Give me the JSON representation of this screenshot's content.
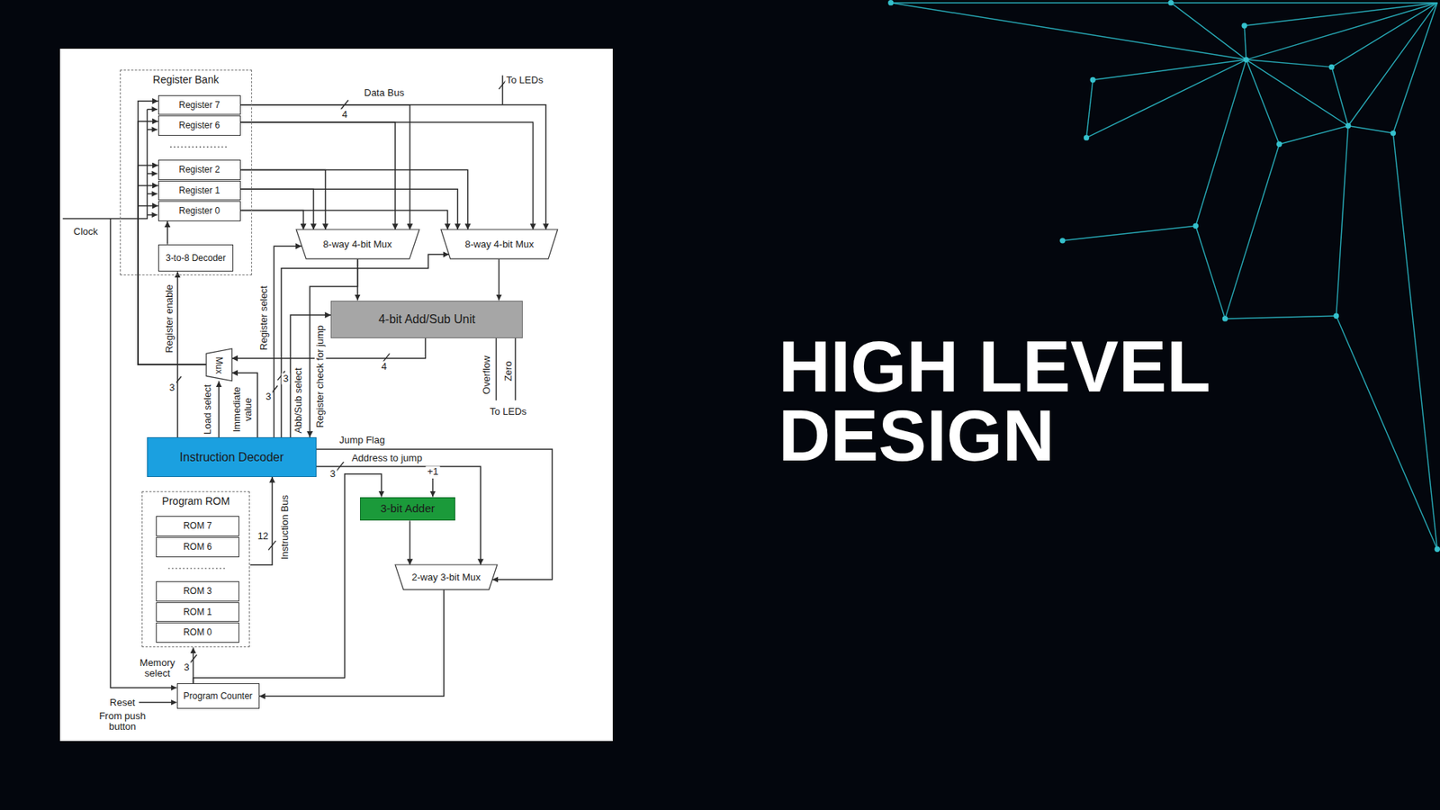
{
  "diagram": {
    "title": "HIGH LEVEL DESIGN",
    "nodes": [
      {
        "text": [
          "Register Bank"
        ]
      },
      {
        "text": [
          "Register 7"
        ],
        "in": 0
      },
      {
        "text": [
          "Register 6"
        ],
        "in": 0
      },
      {
        "text": [
          "Register 2"
        ],
        "in": 0
      },
      {
        "text": [
          "Register 1"
        ],
        "in": 0
      },
      {
        "text": [
          "Register 0"
        ],
        "in": 0
      },
      {
        "text": [
          "3-to-8 Decoder"
        ],
        "in": 0
      },
      {
        "text": [
          "8-way 4-bit Mux"
        ]
      },
      {
        "text": [
          "8-way 4-bit Mux"
        ]
      },
      {
        "text": [
          "4-bit Add/Sub Unit"
        ]
      },
      {
        "text": [
          "Mux"
        ]
      },
      {
        "text": [
          "Instruction Decoder"
        ]
      },
      {
        "text": [
          "Program ROM"
        ]
      },
      {
        "text": [
          "ROM 7"
        ],
        "in": 12
      },
      {
        "text": [
          "ROM 6"
        ],
        "in": 12
      },
      {
        "text": [
          "ROM 3"
        ],
        "in": 12
      },
      {
        "text": [
          "ROM 1"
        ],
        "in": 12
      },
      {
        "text": [
          "ROM 0"
        ],
        "in": 12
      },
      {
        "text": [
          "3-bit Adder"
        ]
      },
      {
        "text": [
          "2-way 3-bit Mux"
        ]
      },
      {
        "text": [
          "Program Counter"
        ]
      }
    ],
    "edges": [
      {
        "from": 1,
        "to": 7,
        "arrow": "to"
      },
      {
        "from": 1,
        "to": 8,
        "arrow": "to"
      },
      {
        "from": 2,
        "to": 7,
        "arrow": "to"
      },
      {
        "from": 2,
        "to": 8,
        "arrow": "to"
      },
      {
        "from": 3,
        "to": 7,
        "arrow": "to"
      },
      {
        "from": 3,
        "to": 8,
        "arrow": "to"
      },
      {
        "from": 4,
        "to": 7,
        "arrow": "to"
      },
      {
        "from": 4,
        "to": 8,
        "arrow": "to"
      },
      {
        "from": 5,
        "to": 7,
        "arrow": "to"
      },
      {
        "from": 5,
        "to": 8,
        "arrow": "to"
      },
      {
        "from": 7,
        "to": 9,
        "arrow": "to"
      },
      {
        "from": 8,
        "to": 9,
        "arrow": "to"
      },
      {
        "from": 9,
        "to": 10,
        "arrow": "to"
      },
      {
        "from": 10,
        "to": 1,
        "arrow": "to"
      },
      {
        "from": 10,
        "to": 2,
        "arrow": "to"
      },
      {
        "from": 10,
        "to": 3,
        "arrow": "to"
      },
      {
        "from": 10,
        "to": 4,
        "arrow": "to"
      },
      {
        "from": 10,
        "to": 5,
        "arrow": "to"
      },
      {
        "from": 6,
        "to": 5,
        "arrow": "to"
      },
      {
        "from": 11,
        "to": 6,
        "label": "Register enable",
        "arrow": "to"
      },
      {
        "from": 11,
        "to": 10,
        "label": "Load select",
        "arrow": "to"
      },
      {
        "from": 11,
        "to": 10,
        "label": "Immediate value",
        "arrow": "to"
      },
      {
        "from": 11,
        "to": 7,
        "label": "Register select",
        "arrow": "to"
      },
      {
        "from": 11,
        "to": 8,
        "arrow": "to"
      },
      {
        "from": 11,
        "to": 9,
        "label": "Abb/Sub select",
        "arrow": "to"
      },
      {
        "from": 7,
        "to": 11,
        "label": "Register check for jump",
        "arrow": "to"
      },
      {
        "from": 12,
        "to": 11,
        "label": "Instruction Bus",
        "arrow": "to"
      },
      {
        "from": 20,
        "to": 12,
        "label": "Memory select",
        "arrow": "to"
      },
      {
        "from": 20,
        "to": 18,
        "arrow": "to"
      },
      {
        "from": 11,
        "to": 19,
        "label": "Jump Flag",
        "arrow": "to"
      },
      {
        "from": 11,
        "to": 19,
        "label": "Address to jump",
        "arrow": "to"
      },
      {
        "from": 18,
        "to": 19,
        "arrow": "to"
      },
      {
        "from": 19,
        "to": 20,
        "arrow": "to"
      }
    ],
    "labels": [
      "Clock",
      "Data Bus",
      "4",
      "To LEDs",
      "3",
      "3",
      "3",
      "4",
      "Overflow",
      "Zero",
      "To LEDs",
      "3",
      "+1",
      "12",
      "3",
      "Reset",
      "From push button"
    ]
  }
}
